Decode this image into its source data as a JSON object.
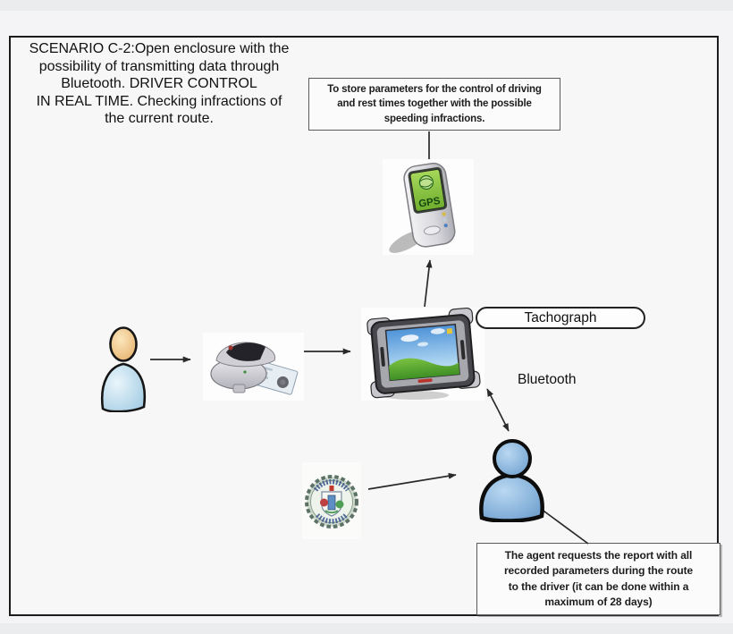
{
  "scenario": {
    "lines": [
      "SCENARIO C-2:Open enclosure with the",
      "possibility of transmitting data through",
      "Bluetooth. DRIVER CONTROL",
      "IN REAL TIME. Checking infractions of",
      "the current route."
    ]
  },
  "gps_note": {
    "lines": [
      "To store parameters for the control of driving",
      "and rest times together with the possible",
      "speeding infractions."
    ]
  },
  "agent_note": {
    "lines": [
      "The agent requests the report with all",
      "recorded parameters during the route",
      "to the driver (it can be done within a",
      "maximum of 28 days)"
    ]
  },
  "labels": {
    "tachograph": "Tachograph",
    "bluetooth": "Bluetooth",
    "gps_screen": "GPS"
  },
  "icons": {
    "driver": "driver-person-icon",
    "card_printer": "card-printer-icon",
    "tachograph_device": "rugged-tablet-icon",
    "gps_device": "gps-handheld-icon",
    "badge": "police-badge-icon",
    "agent": "agent-person-icon"
  },
  "colors": {
    "frame_border": "#1c1c1c",
    "note_border": "#5a5a5a",
    "arrow": "#2a2a2a",
    "driver_head": "#f2c894",
    "driver_body": "#b5d8ee",
    "agent_blue": "#6ea7d8",
    "gps_screen_green": "#86c440",
    "xp_sky": "#7db9e8",
    "xp_grass": "#4f9e2f"
  }
}
